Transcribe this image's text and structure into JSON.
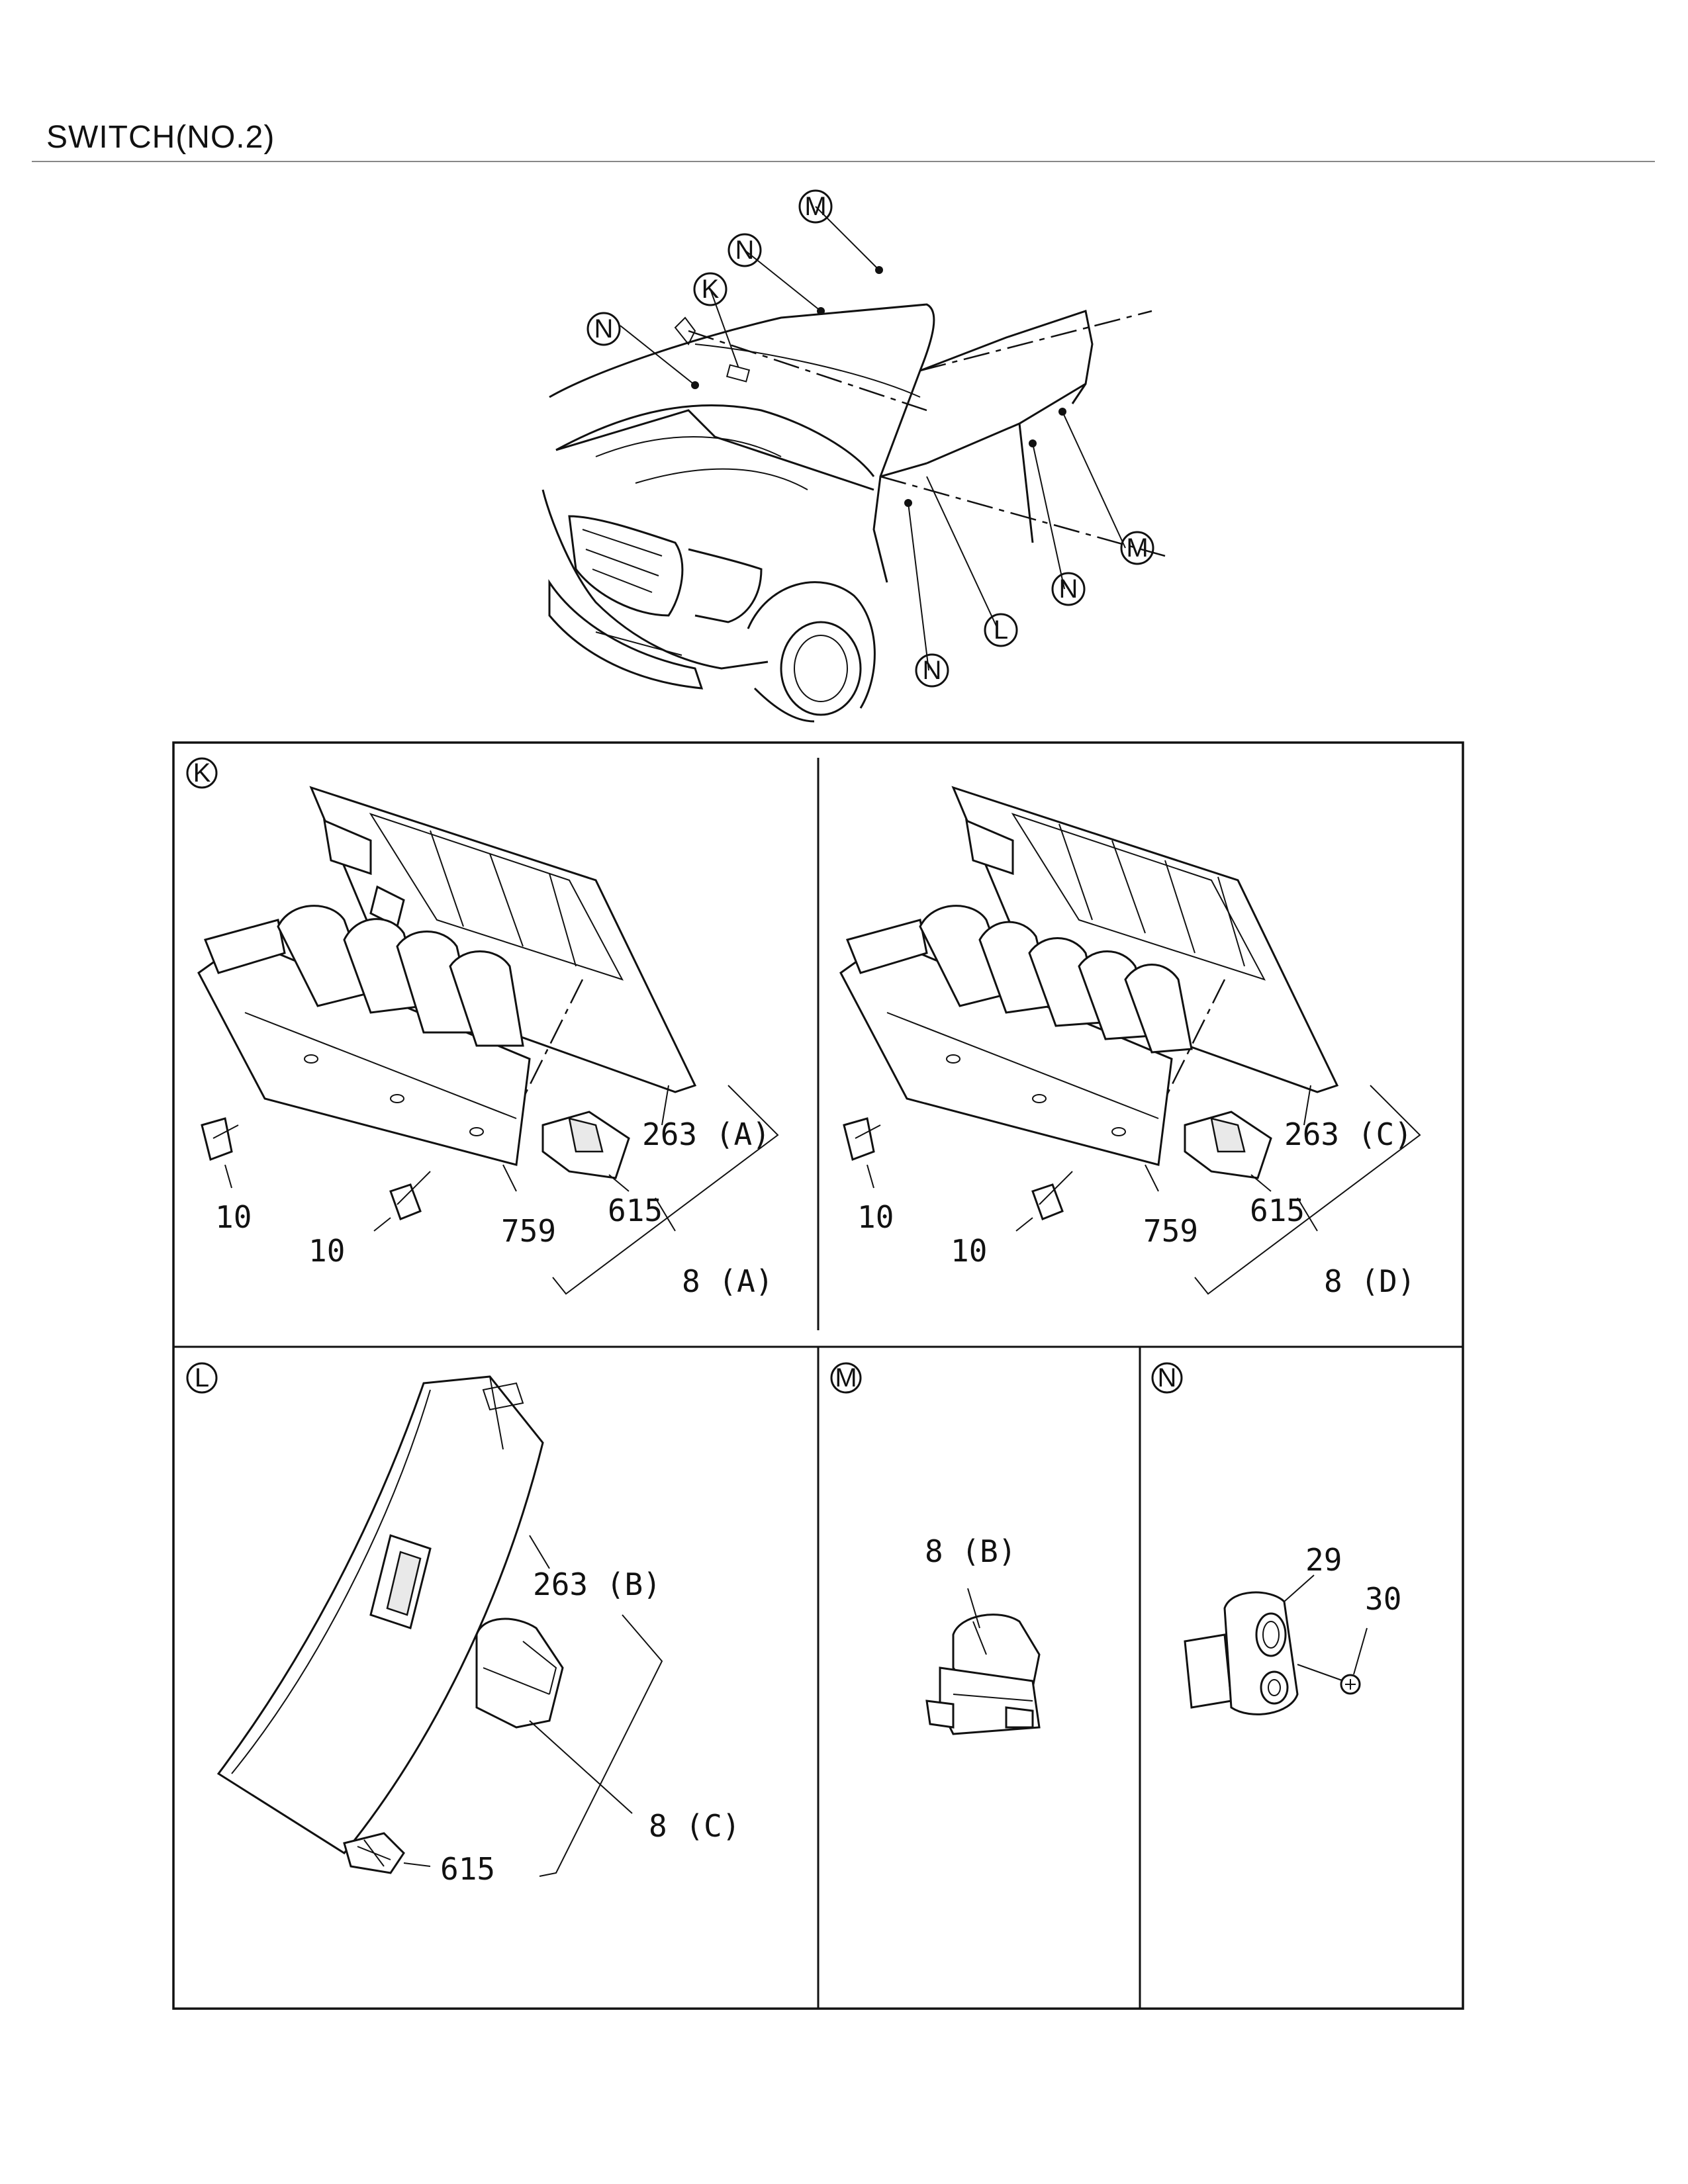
{
  "page": {
    "title": "SWITCH(NO.2)"
  },
  "overview": {
    "callouts": [
      "M",
      "N",
      "K",
      "N",
      "M",
      "N",
      "L",
      "N"
    ]
  },
  "panels": {
    "K": {
      "letter": "K",
      "left": {
        "labels": [
          "263 (A)",
          "615",
          "10",
          "10",
          "759",
          "8 (A)"
        ]
      },
      "right": {
        "labels": [
          "263 (C)",
          "615",
          "10",
          "10",
          "759",
          "8 (D)"
        ]
      }
    },
    "L": {
      "letter": "L",
      "labels": [
        "263 (B)",
        "8 (C)",
        "615"
      ]
    },
    "M": {
      "letter": "M",
      "labels": [
        "8 (B)"
      ]
    },
    "N": {
      "letter": "N",
      "labels": [
        "29",
        "30"
      ]
    }
  }
}
